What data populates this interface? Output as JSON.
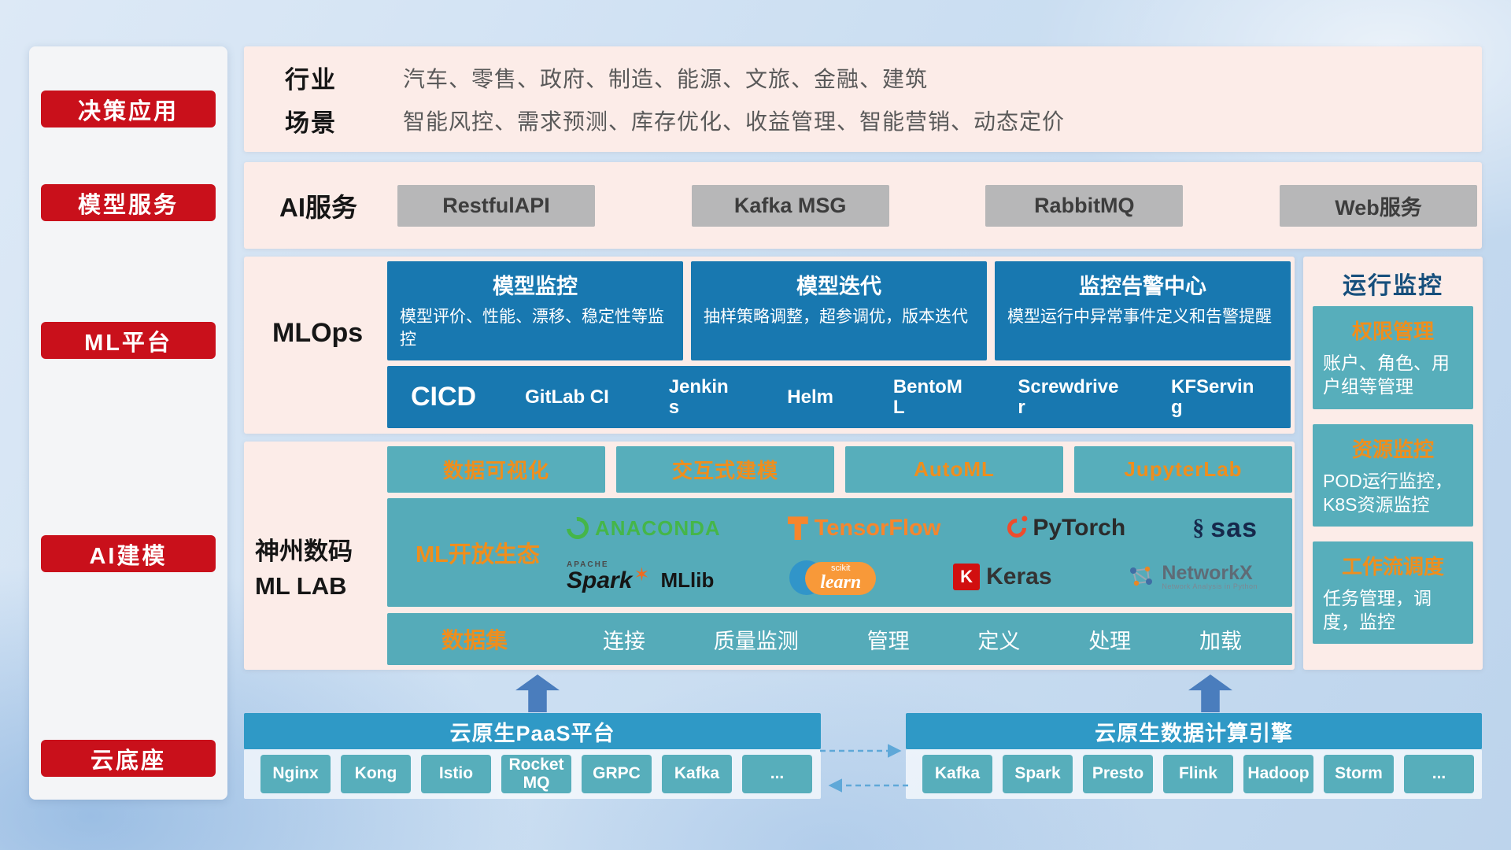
{
  "colors": {
    "accent_red": "#c9101b",
    "panel_pink": "#fcece8",
    "steel_blue": "#1878b0",
    "teal": "#57aebb",
    "accent_orange": "#ef8e1d",
    "bar_blue": "#2f99c6",
    "navy_title": "#174f7c"
  },
  "sidebar": {
    "items": [
      "决策应用",
      "模型服务",
      "ML平台",
      "AI建模",
      "云底座"
    ]
  },
  "solutions": {
    "industry_label": "行业",
    "industry_text": "汽车、零售、政府、制造、能源、文旅、金融、建筑",
    "scene_label": "场景",
    "scene_text": "智能风控、需求预测、库存优化、收益管理、智能营销、动态定价"
  },
  "ai_service": {
    "label": "AI服务",
    "buttons": [
      "RestfulAPI",
      "Kafka MSG",
      "RabbitMQ",
      "Web服务"
    ]
  },
  "mlops": {
    "label": "MLOps",
    "cards": [
      {
        "title": "模型监控",
        "desc": "模型评价、性能、漂移、稳定性等监控"
      },
      {
        "title": "模型迭代",
        "desc": "抽样策略调整，超参调优，版本迭代"
      },
      {
        "title": "监控告警中心",
        "desc": "模型运行中异常事件定义和告警提醒"
      }
    ],
    "cicd_label": "CICD",
    "cicd_items": [
      "GitLab CI",
      "Jenkins",
      "Helm",
      "BentoML",
      "Screwdriver",
      "KFServing"
    ]
  },
  "mllab": {
    "label_line1": "神州数码",
    "label_line2": "ML LAB",
    "tools": [
      "数据可视化",
      "交互式建模",
      "AutoML",
      "JupyterLab"
    ],
    "eco_label": "ML开放生态",
    "logos": {
      "anaconda": "ANACONDA",
      "tensorflow": "TensorFlow",
      "pytorch": "PyTorch",
      "sas": "sas",
      "spark_apache": "APACHE",
      "spark": "Spark",
      "mllib": "MLlib",
      "scikit_top": "scikit",
      "scikit": "learn",
      "keras_k": "K",
      "keras": "Keras",
      "networkx": "NetworkX",
      "networkx_sub": "Network Analysis in Python"
    },
    "dataset_label": "数据集",
    "dataset_items": [
      "连接",
      "质量监测",
      "管理",
      "定义",
      "处理",
      "加载"
    ]
  },
  "monitoring": {
    "title": "运行监控",
    "cards": [
      {
        "title": "权限管理",
        "desc": "账户、角色、用户组等管理"
      },
      {
        "title": "资源监控",
        "desc": "POD运行监控，K8S资源监控"
      },
      {
        "title": "工作流调度",
        "desc": "任务管理，调度，监控"
      }
    ]
  },
  "foundation": {
    "paas_title": "云原生PaaS平台",
    "paas_chips": [
      "Nginx",
      "Kong",
      "Istio",
      "RocketMQ",
      "GRPC",
      "Kafka",
      "..."
    ],
    "engine_title": "云原生数据计算引擎",
    "engine_chips": [
      "Kafka",
      "Spark",
      "Presto",
      "Flink",
      "Hadoop",
      "Storm",
      "..."
    ]
  },
  "icons": {
    "spark_star": "✶",
    "sas_swirl": "§"
  }
}
